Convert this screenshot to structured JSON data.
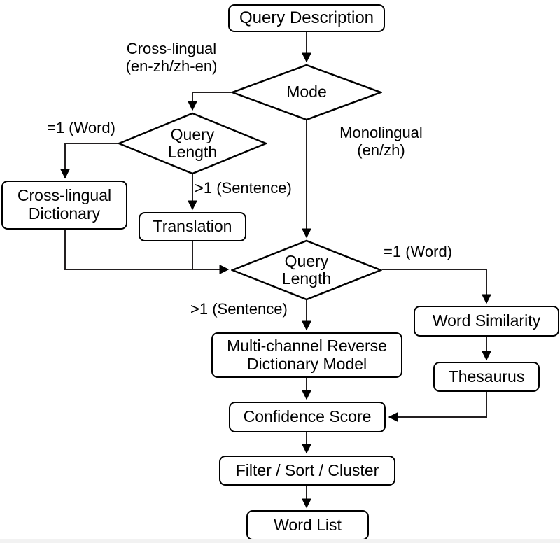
{
  "diagram": {
    "title": "Query Description processing flowchart",
    "background_color": "#ffffff",
    "stroke_color": "#000000",
    "nodes": {
      "query_description": {
        "label": "Query Description",
        "shape": "rounded-rect"
      },
      "mode": {
        "label": "Mode",
        "shape": "diamond"
      },
      "query_length_cross": {
        "label": "Query\nLength",
        "shape": "diamond"
      },
      "cross_lingual_dictionary": {
        "label": "Cross-lingual\nDictionary",
        "shape": "rounded-rect"
      },
      "translation": {
        "label": "Translation",
        "shape": "rounded-rect"
      },
      "query_length_main": {
        "label": "Query\nLength",
        "shape": "diamond"
      },
      "multi_channel_model": {
        "label": "Multi-channel Reverse\nDictionary Model",
        "shape": "rounded-rect"
      },
      "word_similarity": {
        "label": "Word Similarity",
        "shape": "rounded-rect"
      },
      "thesaurus": {
        "label": "Thesaurus",
        "shape": "rounded-rect"
      },
      "confidence_score": {
        "label": "Confidence Score",
        "shape": "rounded-rect"
      },
      "filter_sort_cluster": {
        "label": "Filter / Sort / Cluster",
        "shape": "rounded-rect"
      },
      "word_list": {
        "label": "Word List",
        "shape": "rounded-rect"
      }
    },
    "edge_labels": {
      "cross_lingual": "Cross-lingual\n(en-zh/zh-en)",
      "monolingual": "Monolingual\n(en/zh)",
      "word_left": "=1 (Word)",
      "sentence_left": ">1 (Sentence)",
      "word_right": "=1 (Word)",
      "sentence_main": ">1 (Sentence)"
    },
    "edges": [
      {
        "from": "query_description",
        "to": "mode",
        "label": ""
      },
      {
        "from": "mode",
        "to": "query_length_cross",
        "label": "Cross-lingual\n(en-zh/zh-en)"
      },
      {
        "from": "mode",
        "to": "query_length_main",
        "label": "Monolingual\n(en/zh)"
      },
      {
        "from": "query_length_cross",
        "to": "cross_lingual_dictionary",
        "label": "=1 (Word)"
      },
      {
        "from": "query_length_cross",
        "to": "translation",
        "label": ">1 (Sentence)"
      },
      {
        "from": "cross_lingual_dictionary",
        "to": "query_length_main",
        "label": ""
      },
      {
        "from": "translation",
        "to": "query_length_main",
        "label": ""
      },
      {
        "from": "query_length_main",
        "to": "multi_channel_model",
        "label": ">1 (Sentence)"
      },
      {
        "from": "query_length_main",
        "to": "word_similarity",
        "label": "=1 (Word)"
      },
      {
        "from": "multi_channel_model",
        "to": "confidence_score",
        "label": ""
      },
      {
        "from": "word_similarity",
        "to": "thesaurus",
        "label": ""
      },
      {
        "from": "thesaurus",
        "to": "confidence_score",
        "label": ""
      },
      {
        "from": "confidence_score",
        "to": "filter_sort_cluster",
        "label": ""
      },
      {
        "from": "filter_sort_cluster",
        "to": "word_list",
        "label": ""
      }
    ]
  }
}
